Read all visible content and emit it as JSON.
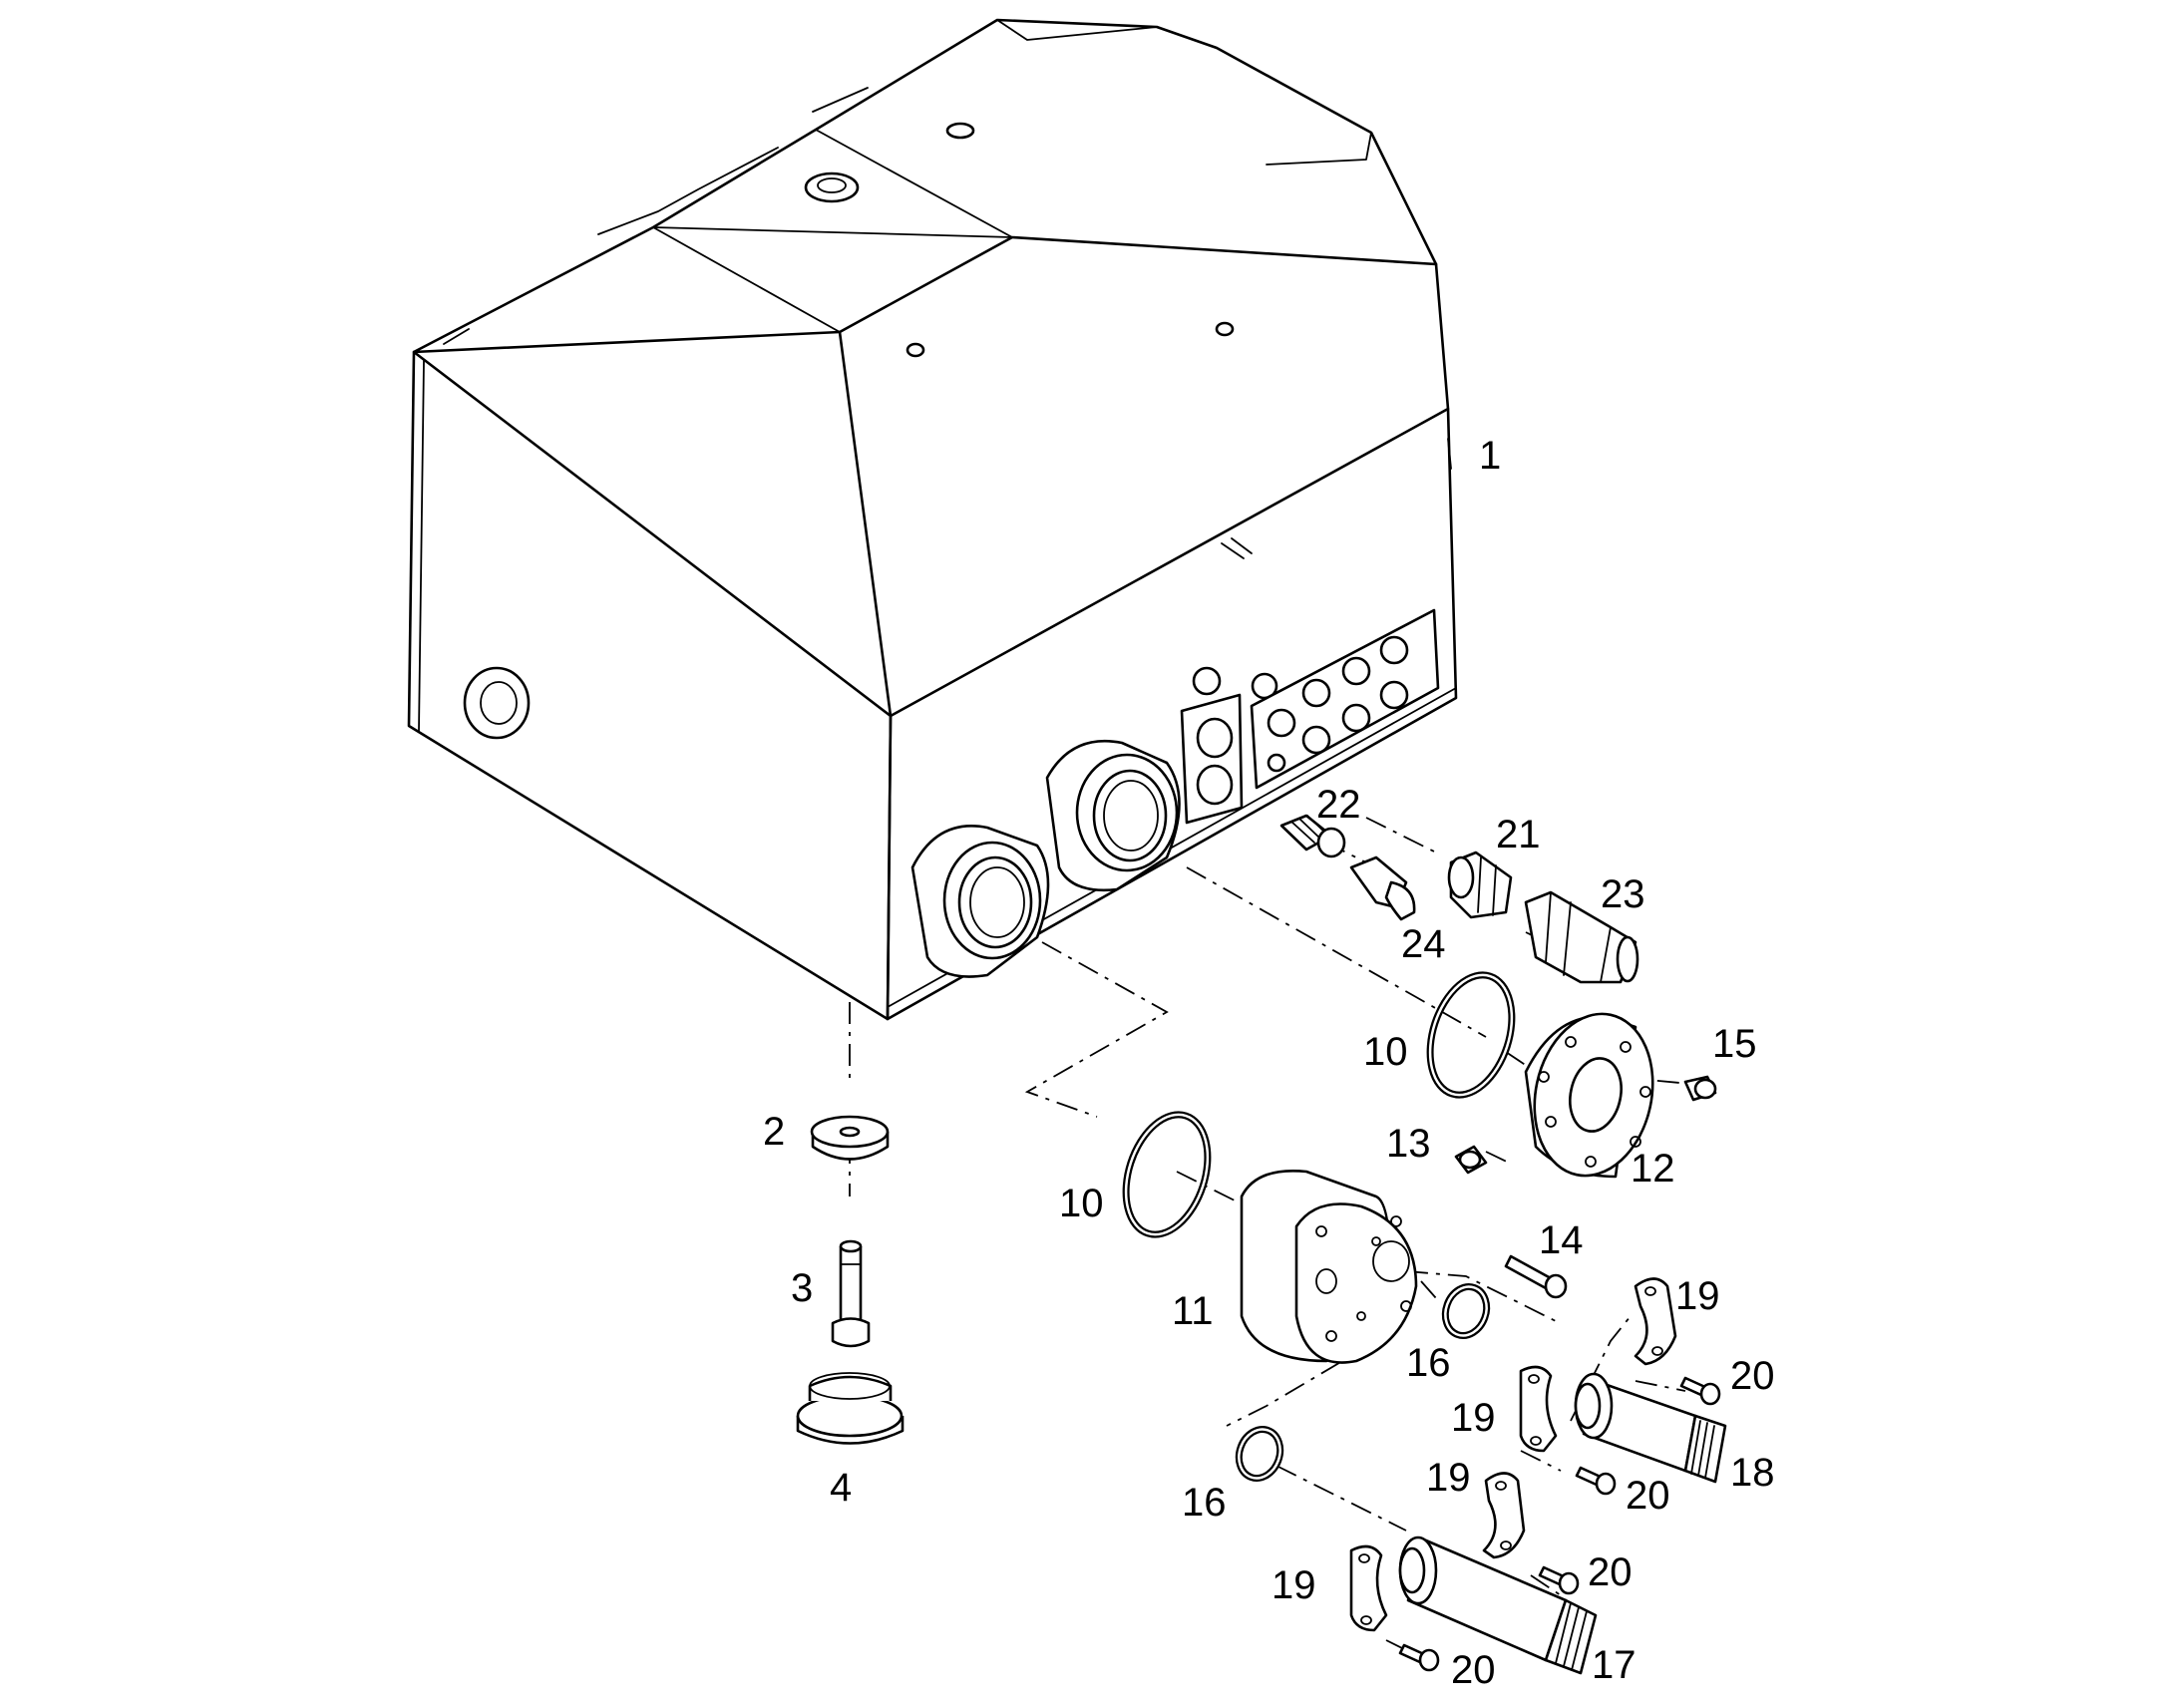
{
  "callouts": [
    {
      "id": "c1",
      "text": "1"
    },
    {
      "id": "c2",
      "text": "2"
    },
    {
      "id": "c3",
      "text": "3"
    },
    {
      "id": "c4",
      "text": "4"
    },
    {
      "id": "c10a",
      "text": "10"
    },
    {
      "id": "c10b",
      "text": "10"
    },
    {
      "id": "c11",
      "text": "11"
    },
    {
      "id": "c12",
      "text": "12"
    },
    {
      "id": "c13",
      "text": "13"
    },
    {
      "id": "c14",
      "text": "14"
    },
    {
      "id": "c15",
      "text": "15"
    },
    {
      "id": "c16a",
      "text": "16"
    },
    {
      "id": "c16b",
      "text": "16"
    },
    {
      "id": "c17",
      "text": "17"
    },
    {
      "id": "c18",
      "text": "18"
    },
    {
      "id": "c19a",
      "text": "19"
    },
    {
      "id": "c19b",
      "text": "19"
    },
    {
      "id": "c19c",
      "text": "19"
    },
    {
      "id": "c19d",
      "text": "19"
    },
    {
      "id": "c20a",
      "text": "20"
    },
    {
      "id": "c20b",
      "text": "20"
    },
    {
      "id": "c20c",
      "text": "20"
    },
    {
      "id": "c20d",
      "text": "20"
    },
    {
      "id": "c21",
      "text": "21"
    },
    {
      "id": "c22",
      "text": "22"
    },
    {
      "id": "c23",
      "text": "23"
    },
    {
      "id": "c24",
      "text": "24"
    }
  ]
}
